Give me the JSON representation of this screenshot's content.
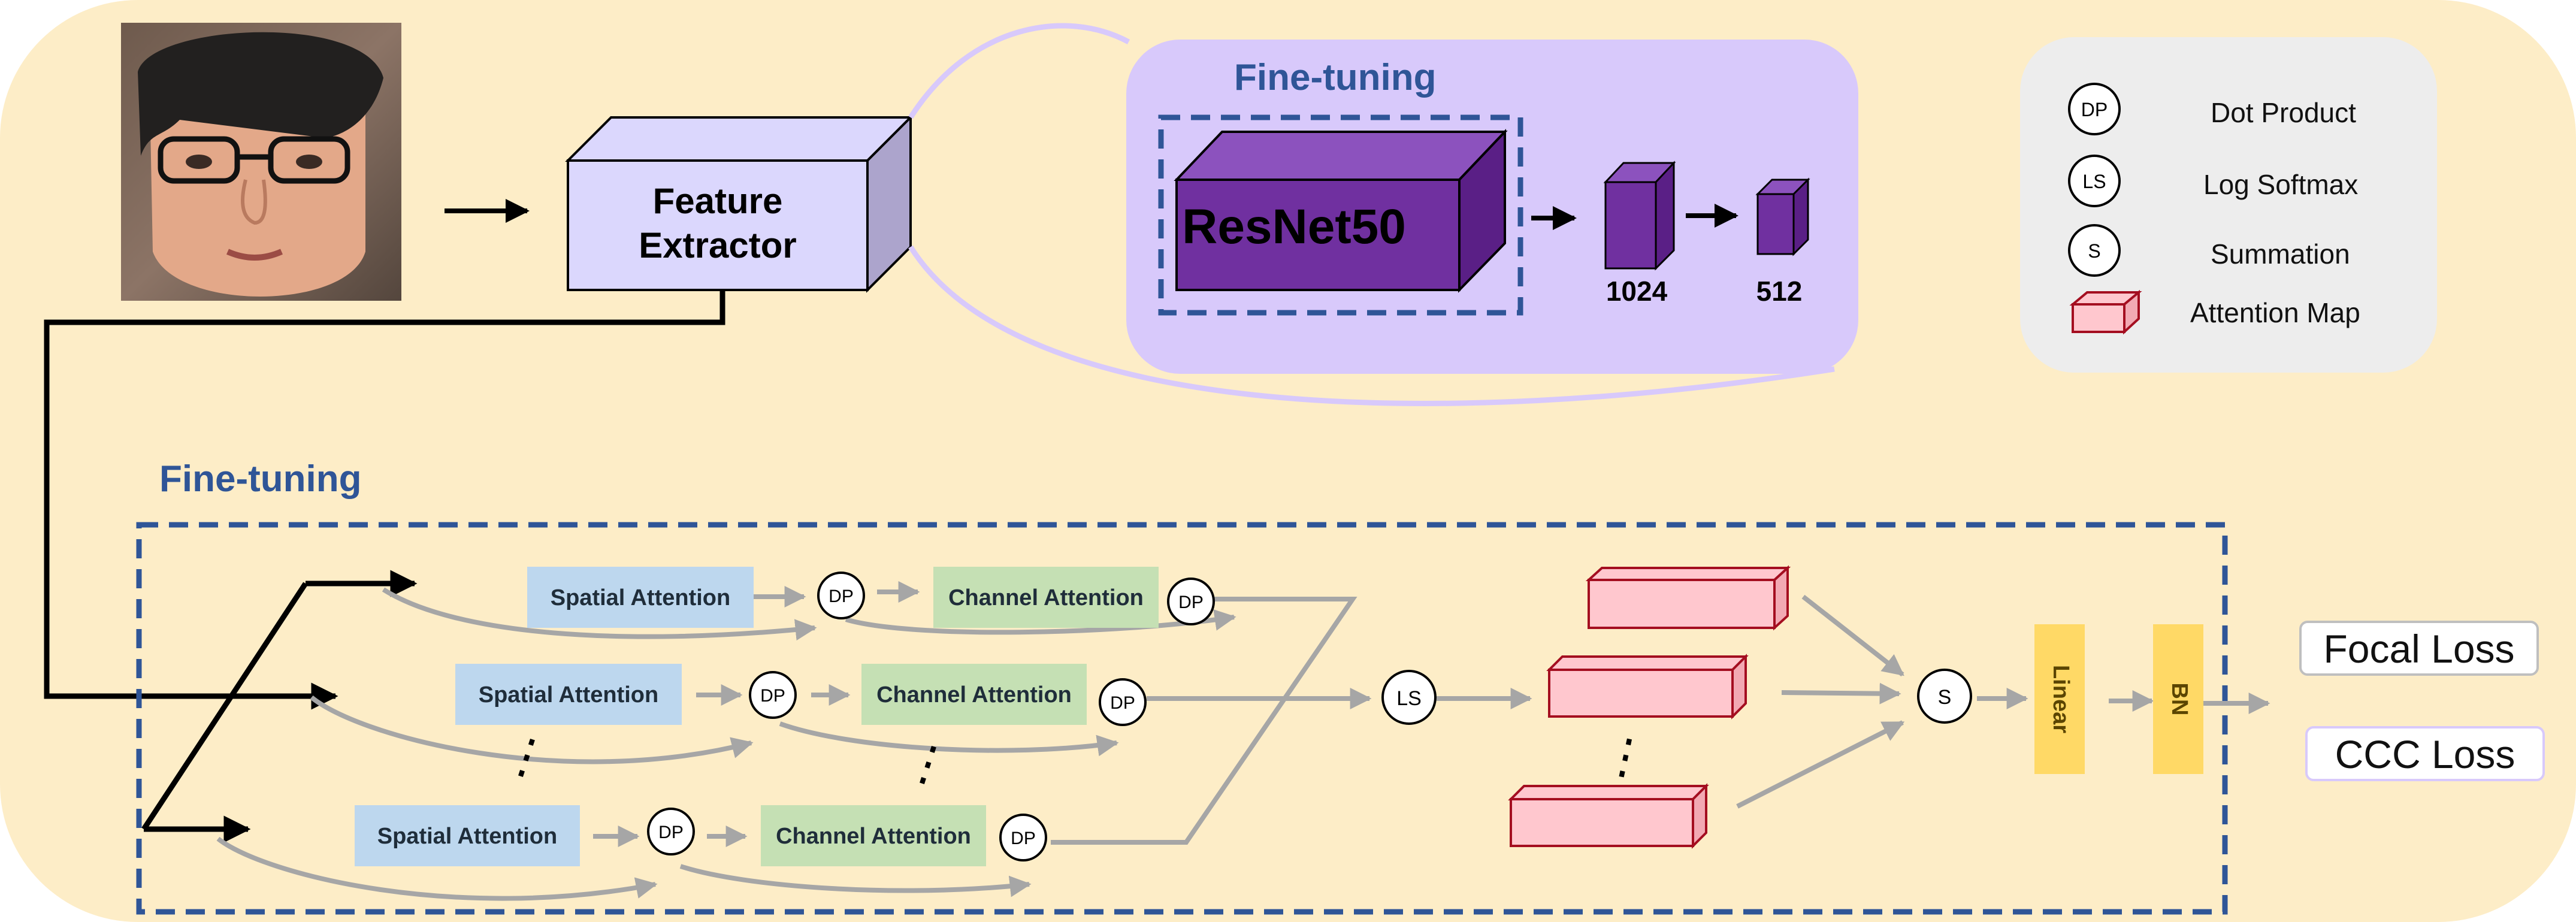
{
  "colors": {
    "background": "#fdedc7",
    "finetune_panel": "#d8c9fb",
    "finetune_title": "#2f5597",
    "resnet_face": "#7030a0",
    "resnet_top": "#8c52be",
    "resnet_side": "#5a1f86",
    "feature_box": "#dbd7fd",
    "feature_side": "#aca4cc",
    "spatial": "#bdd7ee",
    "channel": "#c5e0b4",
    "attention_map": "#ffc7ce",
    "attention_map_edge": "#a40e20",
    "yellow_box": "#ffd966",
    "gray_arrow": "#a6a6a6",
    "legend_panel": "#ededed"
  },
  "icons": {
    "face_photo": "face-photo",
    "op_circle": "circle-operator"
  },
  "top": {
    "feature_extractor": [
      "Feature",
      "Extractor"
    ],
    "finetune_title": "Fine-tuning",
    "resnet_label": "ResNet50",
    "dim1": "1024",
    "dim2": "512"
  },
  "legend": {
    "items": [
      {
        "symbol": "DP",
        "label": "Dot Product"
      },
      {
        "symbol": "LS",
        "label": "Log Softmax"
      },
      {
        "symbol": "S",
        "label": "Summation"
      },
      {
        "symbol": "",
        "label": "Attention Map"
      }
    ]
  },
  "bottom": {
    "finetune_title": "Fine-tuning",
    "spatial_label": "Spatial Attention",
    "channel_label": "Channel Attention",
    "dp_symbol": "DP",
    "ls_symbol": "LS",
    "s_symbol": "S",
    "linear_label": "Linear",
    "bn_label": "BN",
    "ellipsis": "⋮"
  },
  "losses": [
    "Focal Loss",
    "CCC Loss"
  ]
}
